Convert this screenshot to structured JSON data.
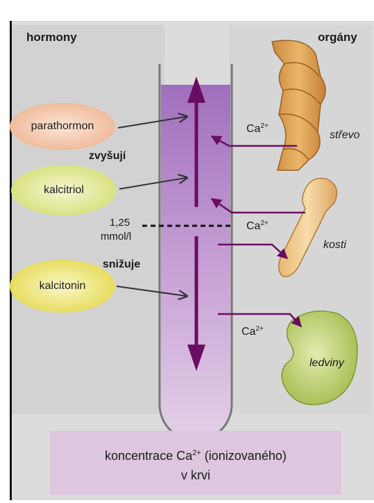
{
  "headers": {
    "hormones": "hormony",
    "organs": "orgány"
  },
  "hormones": {
    "parathormon": "parathormon",
    "kalcitriol": "kalcitriol",
    "kalcitonin": "kalcitonin"
  },
  "actions": {
    "increase": "zvyšují",
    "decrease": "snižuje"
  },
  "threshold": {
    "value": "1,25",
    "unit": "mmol/l"
  },
  "ion": {
    "base": "Ca",
    "charge": "2+"
  },
  "organs": {
    "intestine": "střevo",
    "bones": "kosti",
    "kidneys": "ledviny"
  },
  "footer": {
    "line1_prefix": "koncentrace Ca",
    "charge": "2+",
    "line1_suffix": " (ionizovaného)",
    "line2": "v krvi"
  }
}
